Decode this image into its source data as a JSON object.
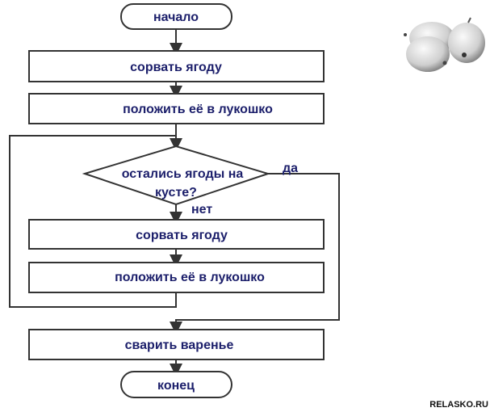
{
  "flowchart": {
    "start": "начало",
    "step1": "сорвать ягоду",
    "step2": "положить её в лукошко",
    "decision_line1": "остались ягоды на",
    "decision_line2": "кусте?",
    "yes_label": "да",
    "no_label": "нет",
    "loop_step1": "сорвать ягоду",
    "loop_step2": "положить её в лукошко",
    "final_step": "сварить варенье",
    "end": "конец"
  },
  "illustration": {
    "icon": "berries-icon"
  },
  "watermark": "RELASKO.RU",
  "colors": {
    "text": "#1c1f6b",
    "lines": "#333333"
  }
}
